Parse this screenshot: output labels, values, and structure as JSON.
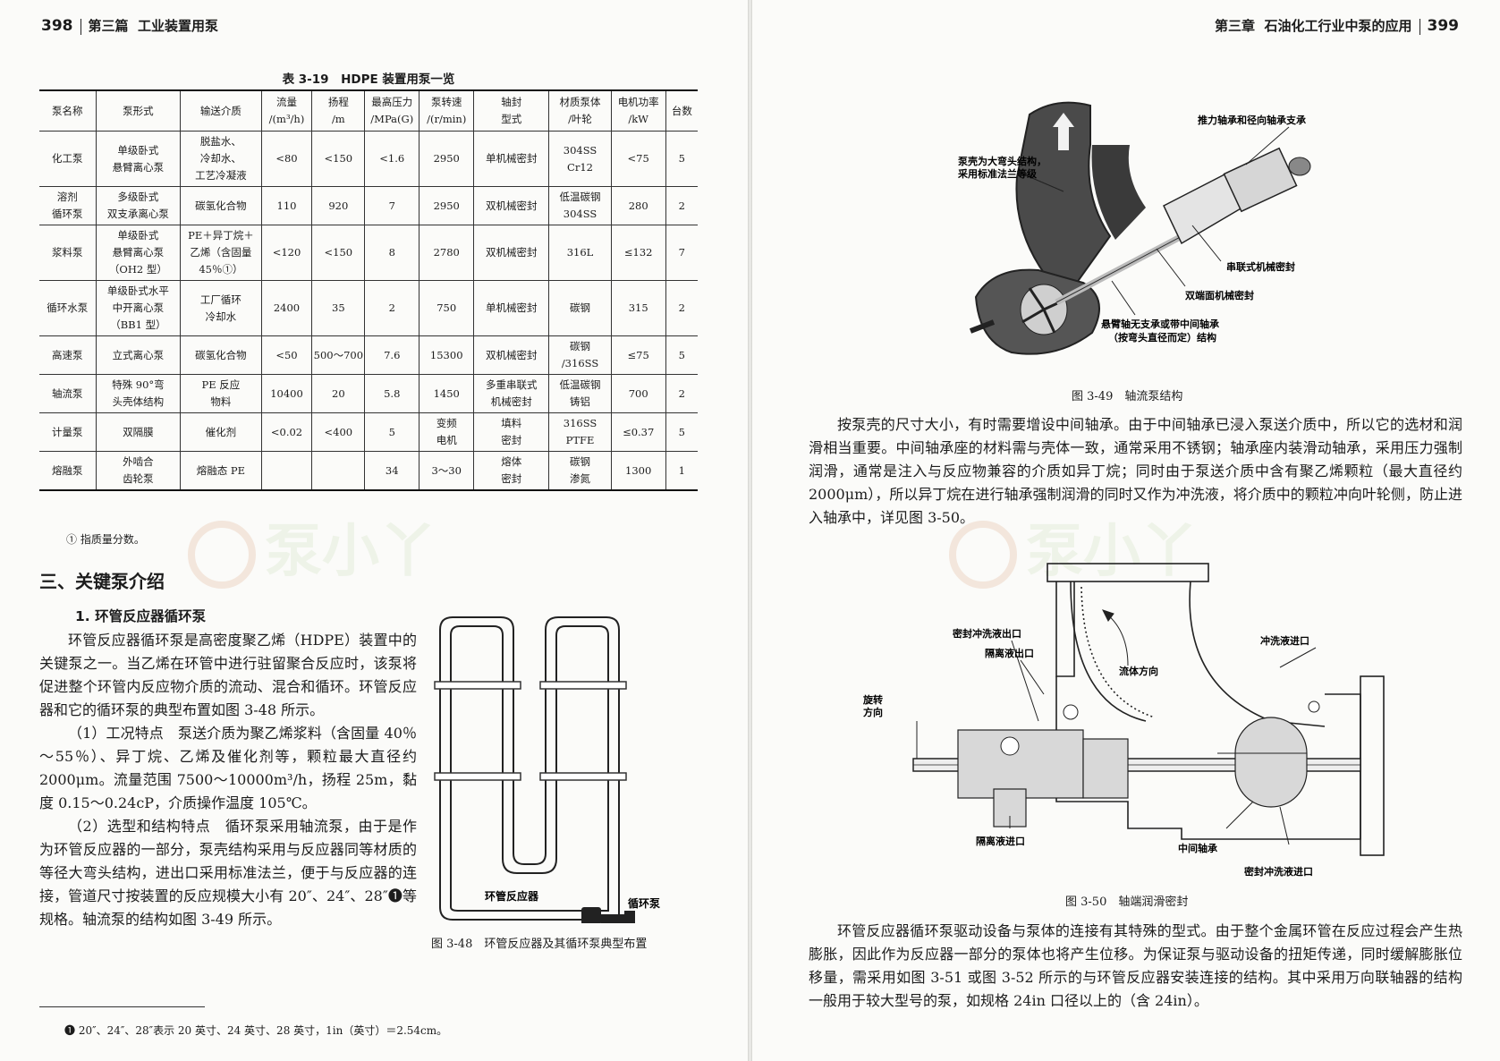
{
  "left_page": {
    "page_number": "398",
    "part_label": "第三篇",
    "part_title": "工业装置用泵",
    "table": {
      "caption": "表 3-19　HDPE 装置用泵一览",
      "headers": [
        [
          "泵名称"
        ],
        [
          "泵形式"
        ],
        [
          "输送介质"
        ],
        [
          "流量",
          "/(m³/h)"
        ],
        [
          "扬程",
          "/m"
        ],
        [
          "最高压力",
          "/MPa(G)"
        ],
        [
          "泵转速",
          "/(r/min)"
        ],
        [
          "轴封",
          "型式"
        ],
        [
          "材质泵体",
          "/叶轮"
        ],
        [
          "电机功率",
          "/kW"
        ],
        [
          "台数"
        ]
      ],
      "rows": [
        [
          [
            "化工泵"
          ],
          [
            "单级卧式",
            "悬臂离心泵"
          ],
          [
            "脱盐水、",
            "冷却水、",
            "工艺冷凝液"
          ],
          [
            "<80"
          ],
          [
            "<150"
          ],
          [
            "<1.6"
          ],
          [
            "2950"
          ],
          [
            "单机械密封"
          ],
          [
            "304SS",
            "Cr12"
          ],
          [
            "<75"
          ],
          [
            "5"
          ]
        ],
        [
          [
            "溶剂",
            "循环泵"
          ],
          [
            "多级卧式",
            "双支承离心泵"
          ],
          [
            "碳氢化合物"
          ],
          [
            "110"
          ],
          [
            "920"
          ],
          [
            "7"
          ],
          [
            "2950"
          ],
          [
            "双机械密封"
          ],
          [
            "低温碳钢",
            "304SS"
          ],
          [
            "280"
          ],
          [
            "2"
          ]
        ],
        [
          [
            "浆料泵"
          ],
          [
            "单级卧式",
            "悬臂离心泵",
            "（OH2 型）"
          ],
          [
            "PE＋异丁烷＋",
            "乙烯（含固量",
            "45％①）"
          ],
          [
            "<120"
          ],
          [
            "<150"
          ],
          [
            "8"
          ],
          [
            "2780"
          ],
          [
            "双机械密封"
          ],
          [
            "316L"
          ],
          [
            "≤132"
          ],
          [
            "7"
          ]
        ],
        [
          [
            "循环水泵"
          ],
          [
            "单级卧式水平",
            "中开离心泵",
            "（BB1 型）"
          ],
          [
            "工厂循环",
            "冷却水"
          ],
          [
            "2400"
          ],
          [
            "35"
          ],
          [
            "2"
          ],
          [
            "750"
          ],
          [
            "单机械密封"
          ],
          [
            "碳钢"
          ],
          [
            "315"
          ],
          [
            "2"
          ]
        ],
        [
          [
            "高速泵"
          ],
          [
            "立式离心泵"
          ],
          [
            "碳氢化合物"
          ],
          [
            "<50"
          ],
          [
            "500～700"
          ],
          [
            "7.6"
          ],
          [
            "15300"
          ],
          [
            "双机械密封"
          ],
          [
            "碳钢",
            "/316SS"
          ],
          [
            "≤75"
          ],
          [
            "5"
          ]
        ],
        [
          [
            "轴流泵"
          ],
          [
            "特殊 90°弯",
            "头壳体结构"
          ],
          [
            "PE 反应",
            "物料"
          ],
          [
            "10400"
          ],
          [
            "20"
          ],
          [
            "5.8"
          ],
          [
            "1450"
          ],
          [
            "多重串联式",
            "机械密封"
          ],
          [
            "低温碳钢",
            "铸铝"
          ],
          [
            "700"
          ],
          [
            "2"
          ]
        ],
        [
          [
            "计量泵"
          ],
          [
            "双隔膜"
          ],
          [
            "催化剂"
          ],
          [
            "<0.02"
          ],
          [
            "<400"
          ],
          [
            "5"
          ],
          [
            "变频",
            "电机"
          ],
          [
            "填料",
            "密封"
          ],
          [
            "316SS",
            "PTFE"
          ],
          [
            "≤0.37"
          ],
          [
            "5"
          ]
        ],
        [
          [
            "熔融泵"
          ],
          [
            "外啮合",
            "齿轮泵"
          ],
          [
            "熔融态 PE"
          ],
          [
            ""
          ],
          [
            ""
          ],
          [
            "34"
          ],
          [
            "3～30"
          ],
          [
            "熔体",
            "密封"
          ],
          [
            "碳钢",
            "渗氮"
          ],
          [
            "1300"
          ],
          [
            "1"
          ]
        ]
      ],
      "note": "① 指质量分数。"
    },
    "section_title": "三、关键泵介绍",
    "subsection_title": "1. 环管反应器循环泵",
    "paragraphs": [
      "环管反应器循环泵是高密度聚乙烯（HDPE）装置中的关键泵之一。当乙烯在环管中进行驻留聚合反应时，该泵将促进整个环管内反应物介质的流动、混合和循环。环管反应器和它的循环泵的典型布置如图 3-48 所示。",
      "（1）工况特点　泵送介质为聚乙烯浆料（含固量 40％～55％）、异丁烷、乙烯及催化剂等，颗粒最大直径约 2000μm。流量范围 7500～10000m³/h，扬程 25m，黏度 0.15～0.24cP，介质操作温度 105℃。",
      "（2）选型和结构特点　循环泵采用轴流泵，由于是作为环管反应器的一部分，泵壳结构采用与反应器同等材质的等径大弯头结构，进出口采用标准法兰，便于与反应器的连接，管道尺寸按装置的反应规模大小有 20″、24″、28″❶等规格。轴流泵的结构如图 3-49 所示。"
    ],
    "figure_48": {
      "reactor_label": "环管反应器",
      "pump_label": "循环泵",
      "caption": "图 3-48　环管反应器及其循环泵典型布置"
    },
    "footnote": "❶ 20″、24″、28″表示 20 英寸、24 英寸、28 英寸，1in（英寸）＝2.54cm。",
    "watermark": "泵小丫"
  },
  "right_page": {
    "page_number": "399",
    "chapter_label": "第三章",
    "chapter_title": "石油化工行业中泵的应用",
    "figure_49": {
      "caption": "图 3-49　轴流泵结构",
      "labels": {
        "thrust": "推力轴承和径向轴承支承",
        "casing_1": "泵壳为大弯头结构，",
        "casing_2": "采用标准法兰等级",
        "tandem_seal": "串联式机械密封",
        "double_seal": "双端面机械密封",
        "cantilever_1": "悬臂轴无支承或带中间轴承",
        "cantilever_2": "（按弯头直径而定）结构"
      }
    },
    "paragraph_1": "按泵壳的尺寸大小，有时需要增设中间轴承。由于中间轴承已浸入泵送介质中，所以它的选材和润滑相当重要。中间轴承座的材料需与壳体一致，通常采用不锈钢；轴承座内装滑动轴承，采用压力强制润滑，通常是注入与反应物兼容的介质如异丁烷；同时由于泵送介质中含有聚乙烯颗粒（最大直径约 2000μm），所以异丁烷在进行轴承强制润滑的同时又作为冲洗液，将介质中的颗粒冲向叶轮侧，防止进入轴承中，详见图 3-50。",
    "figure_50": {
      "caption": "图 3-50　轴端润滑密封",
      "labels": {
        "seal_flush_out": "密封冲洗液出口",
        "isolation_out": "隔离液出口",
        "flow_dir": "流体方向",
        "flush_in": "冲洗液进口",
        "rot_1": "旋转",
        "rot_2": "方向",
        "isolation_in": "隔离液进口",
        "mid_bearing": "中间轴承",
        "seal_flush_in": "密封冲洗液进口"
      }
    },
    "paragraph_2": "环管反应器循环泵驱动设备与泵体的连接有其特殊的型式。由于整个金属环管在反应过程会产生热膨胀，因此作为反应器一部分的泵体也将产生位移。为保证泵与驱动设备的扭矩传递，同时缓解膨胀位移量，需采用如图 3-51 或图 3-52 所示的与环管反应器安装连接的结构。其中采用万向联轴器的结构一般用于较大型号的泵，如规格 24in 口径以上的（含 24in）。"
  }
}
